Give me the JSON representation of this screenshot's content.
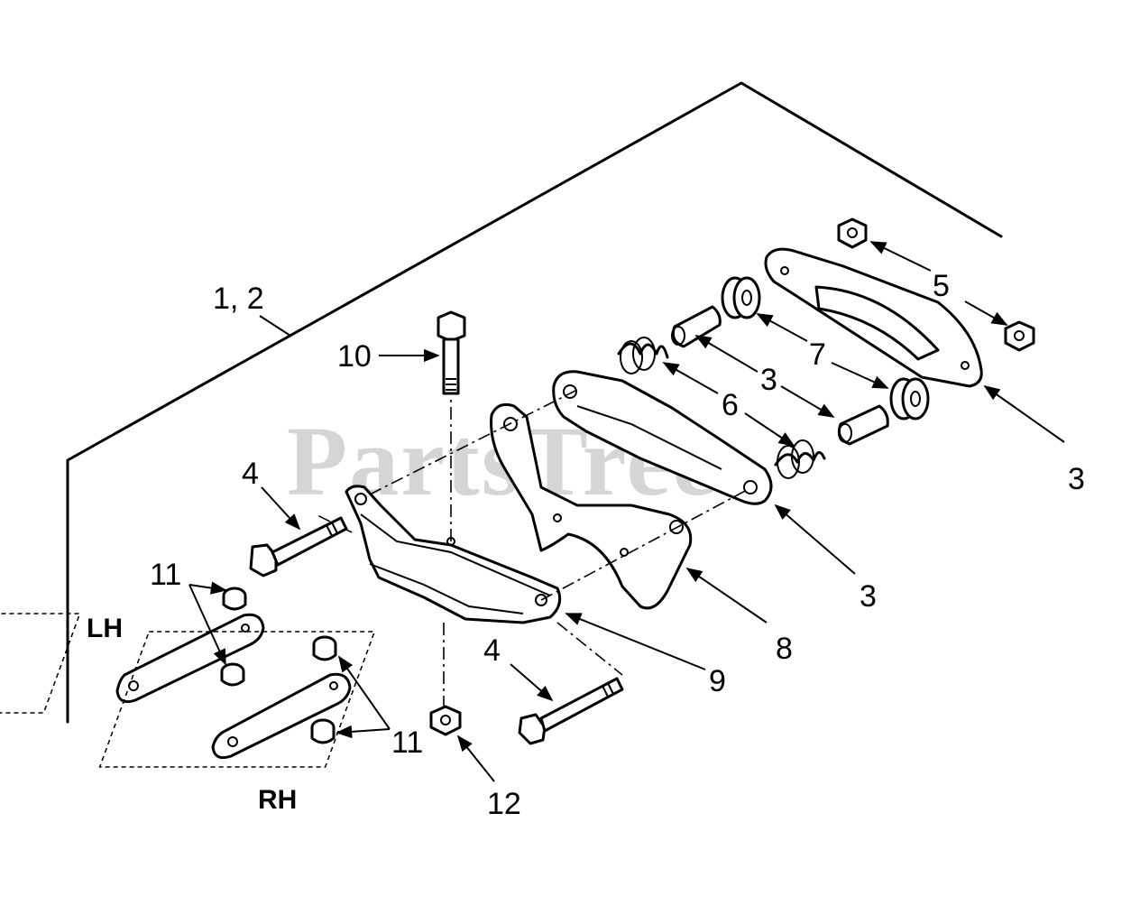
{
  "watermark": "PartsTree",
  "labels": {
    "housing": "1, 2",
    "bolt_top": "10",
    "bolt_left": "4",
    "bolt_bottom": "4",
    "nuts_upper": "5",
    "springs": "6",
    "bushings": "7",
    "spacers": "3",
    "plate_rear": "3",
    "plate_mid": "3",
    "bracket": "8",
    "arm": "9",
    "washers_upper": "11",
    "washers_lower": "11",
    "nut_bottom": "12",
    "left_hand": "LH",
    "right_hand": "RH"
  }
}
